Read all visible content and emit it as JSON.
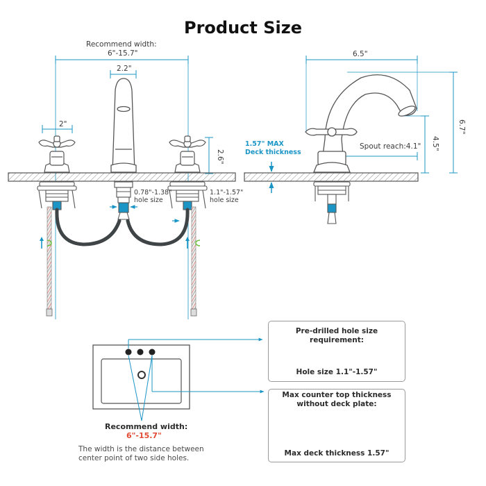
{
  "title": "Product Size",
  "front_view": {
    "recommend_width_label": "Recommend width:",
    "recommend_width_value": "6\"-15.7\"",
    "spout_width": "2.2\"",
    "handle_width": "2\"",
    "handle_height": "2.6\"",
    "center_hole_size": [
      "0.78\"-1.38\"",
      "hole size"
    ],
    "side_hole_size": [
      "1.1\"-1.57\"",
      "hole size"
    ]
  },
  "side_view": {
    "total_depth": "6.5\"",
    "total_height": "6.7\"",
    "spout_height": "4.5\"",
    "spout_reach": "Spout reach:4.1\"",
    "deck_thickness": [
      "1.57\" MAX",
      "Deck thickness"
    ]
  },
  "sink": {
    "recommend_title": "Recommend width:",
    "recommend_value": "6\"-15.7\"",
    "note": [
      "The width is the distance between",
      "center point of two side holes."
    ]
  },
  "hole_box": {
    "title": "Pre-drilled hole size requirement:",
    "value": "Hole size 1.1\"-1.57\""
  },
  "thickness_box": {
    "title": [
      "Max counter top thickness",
      "without deck plate:"
    ],
    "value": "Max deck thickness 1.57\""
  },
  "colors": {
    "accent": "#1a95c6",
    "highlight": "#e34a33",
    "outline": "#555555"
  }
}
